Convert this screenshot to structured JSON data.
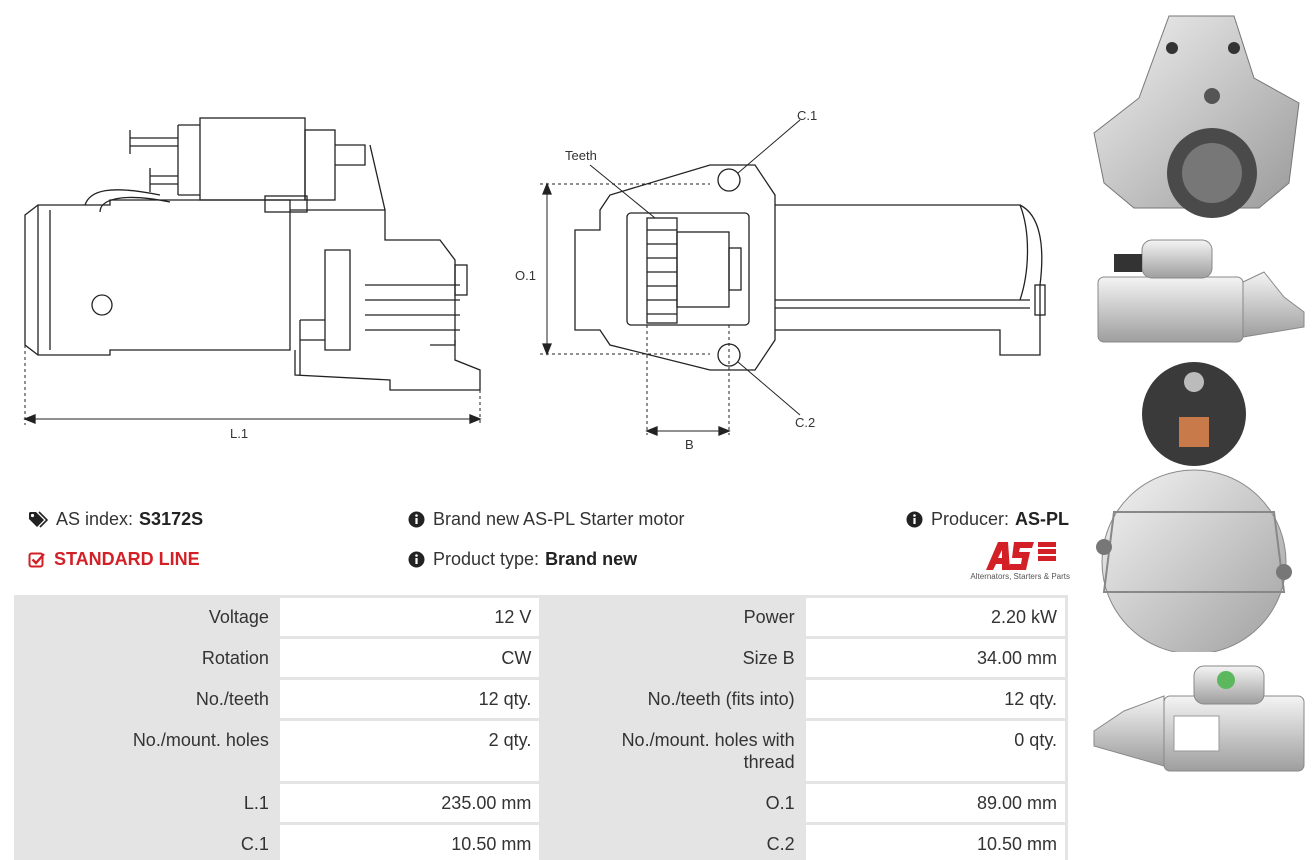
{
  "drawing_labels": {
    "length": "L.1",
    "outer": "O.1",
    "hole1": "C.1",
    "hole2": "C.2",
    "teeth": "Teeth",
    "size_b": "B"
  },
  "info": {
    "index_label": "AS index:",
    "index_value": "S3172S",
    "line": "STANDARD LINE",
    "title": "Brand new AS-PL Starter motor",
    "type_label": "Product type:",
    "type_value": "Brand new",
    "producer_label": "Producer:",
    "producer_value": "AS-PL",
    "logo_tagline": "Alternators, Starters & Parts"
  },
  "specs": [
    [
      "Voltage",
      "12 V",
      "Power",
      "2.20 kW"
    ],
    [
      "Rotation",
      "CW",
      "Size B",
      "34.00 mm"
    ],
    [
      "No./teeth",
      "12 qty.",
      "No./teeth (fits into)",
      "12 qty."
    ],
    [
      "No./mount. holes",
      "2 qty.",
      "No./mount. holes with thread",
      "0 qty."
    ],
    [
      "L.1",
      "235.00 mm",
      "O.1",
      "89.00 mm"
    ],
    [
      "C.1",
      "10.50 mm",
      "C.2",
      "10.50 mm"
    ]
  ],
  "colors": {
    "accent_red": "#d32027",
    "table_bg": "#e4e4e4"
  },
  "icons": [
    "tag-icon",
    "check-square-icon",
    "info-circle-icon"
  ]
}
